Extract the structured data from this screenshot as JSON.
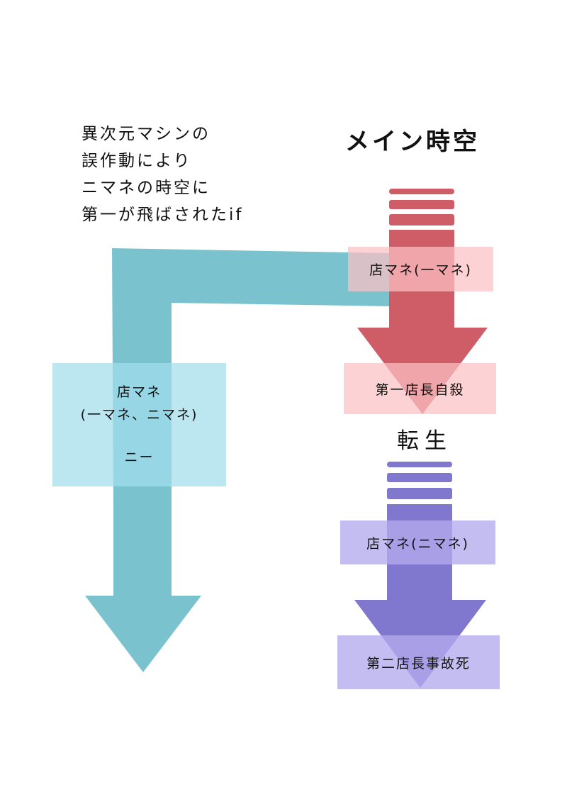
{
  "intro_lines": [
    "異次元マシンの",
    "誤作動により",
    "ニマネの時空に",
    "第一が飛ばされたif"
  ],
  "main_title": "メイン時空",
  "reincarnation": "転生",
  "boxes": {
    "main_character": "店マネ(一マネ)",
    "first_manager_death": "第一店長自殺",
    "reincarnated_character": "店マネ(ニマネ)",
    "second_manager_accident": "第二店長事故死",
    "if_character": [
      "店マネ",
      "(一マネ、ニマネ)",
      "ニー"
    ]
  },
  "colors": {
    "teal_arrow": "#7bc2cf",
    "red_arrow": "#ce5d67",
    "purple_arrow": "#8078ce",
    "pink_box": "#fcc0c4",
    "purple_box": "#b4aaee",
    "teal_box": "#a2deec"
  }
}
